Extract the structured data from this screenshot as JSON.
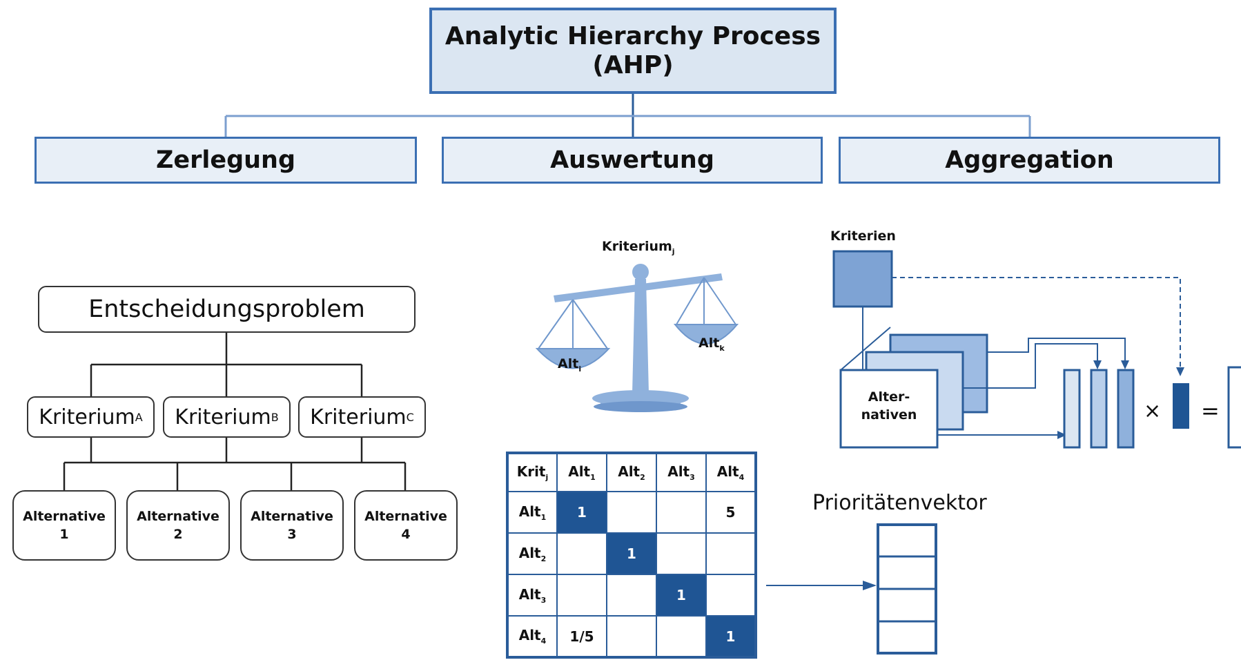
{
  "title": "Analytic Hierarchy Process\n(AHP)",
  "phases": [
    "Zerlegung",
    "Auswertung",
    "Aggregation"
  ],
  "decomposition": {
    "root": "Entscheidungsproblem",
    "criteria": [
      {
        "name": "Kriterium",
        "sub": "A"
      },
      {
        "name": "Kriterium",
        "sub": "B"
      },
      {
        "name": "Kriterium",
        "sub": "C"
      }
    ],
    "alternatives": [
      "Alternative\n1",
      "Alternative\n2",
      "Alternative\n3",
      "Alternative\n4"
    ]
  },
  "evaluation": {
    "scale_label": {
      "name": "Kriterium",
      "sub": "j"
    },
    "pan_left": {
      "name": "Alt",
      "sub": "i"
    },
    "pan_right": {
      "name": "Alt",
      "sub": "k"
    }
  },
  "matrix": {
    "corner": {
      "name": "Krit",
      "sub": "j"
    },
    "headers": [
      {
        "name": "Alt",
        "sub": "1"
      },
      {
        "name": "Alt",
        "sub": "2"
      },
      {
        "name": "Alt",
        "sub": "3"
      },
      {
        "name": "Alt",
        "sub": "4"
      }
    ],
    "rows": [
      {
        "label": {
          "name": "Alt",
          "sub": "1"
        },
        "cells": [
          "1",
          "",
          "",
          "5"
        ]
      },
      {
        "label": {
          "name": "Alt",
          "sub": "2"
        },
        "cells": [
          "",
          "1",
          "",
          ""
        ]
      },
      {
        "label": {
          "name": "Alt",
          "sub": "3"
        },
        "cells": [
          "",
          "",
          "1",
          ""
        ]
      },
      {
        "label": {
          "name": "Alt",
          "sub": "4"
        },
        "cells": [
          "1/5",
          "",
          "",
          "1"
        ]
      }
    ]
  },
  "priority_vector_label": "Prioritätenvektor",
  "aggregation": {
    "criteria_label": "Kriterien",
    "alternatives_label": "Alter-\nnativen",
    "times": "×",
    "equals": "="
  },
  "colors": {
    "accent": "#3b6fb3",
    "title_fill": "#dbe6f2",
    "phase_fill": "#e8eff7",
    "dark_blue": "#1f5594",
    "light_blue": "#a9c3e3",
    "mid_blue": "#6f97cc"
  }
}
